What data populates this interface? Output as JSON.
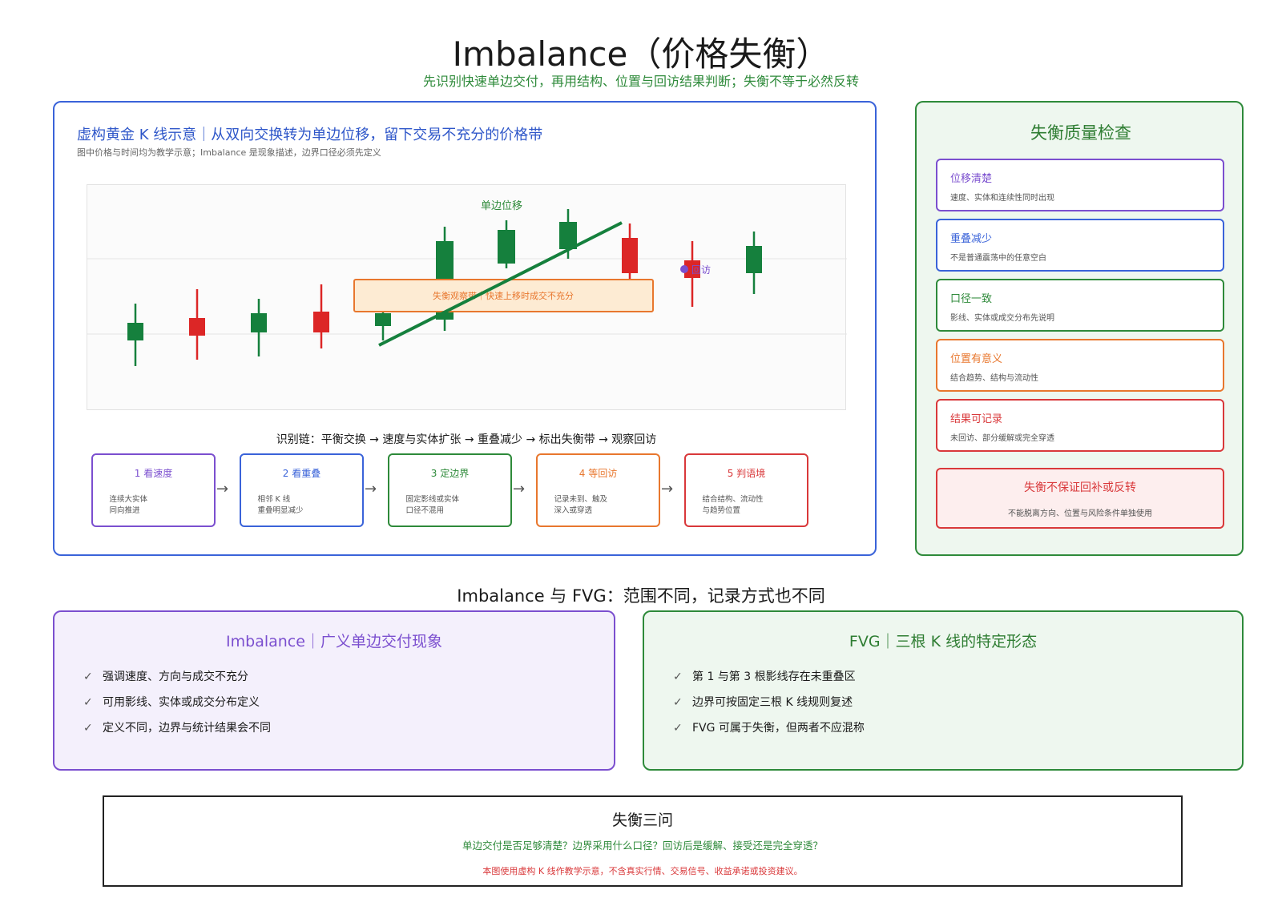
{
  "title": "Imbalance（价格失衡）",
  "subtitle": "先识别快速单边交付，再用结构、位置与回访结果判断；失衡不等于必然反转",
  "main": {
    "heading": "虚构黄金 K 线示意｜从双向交换转为单边位移，留下交易不充分的价格带",
    "note": "图中价格与时间均为教学示意；Imbalance 是现象描述，边界口径必须先定义",
    "chart": {
      "label_move": "单边位移",
      "label_revisit": "回访",
      "label_band": "失衡观察带｜快速上移时成交不充分"
    },
    "chain": "识别链：平衡交换 → 速度与实体扩张 → 重叠减少 → 标出失衡带 → 观察回访",
    "steps": [
      {
        "title": "1 看速度",
        "desc": "连续大实体\n同向推进",
        "color": "#7b4fcf"
      },
      {
        "title": "2 看重叠",
        "desc": "相邻 K 线\n重叠明显减少",
        "color": "#3a63d9"
      },
      {
        "title": "3 定边界",
        "desc": "固定影线或实体\n口径不混用",
        "color": "#2e8a3a"
      },
      {
        "title": "4 等回访",
        "desc": "记录未到、触及\n深入或穿透",
        "color": "#e8772e"
      },
      {
        "title": "5 判语境",
        "desc": "结合结构、流动性\n与趋势位置",
        "color": "#d9383a"
      }
    ],
    "arrow": "→"
  },
  "quality": {
    "heading": "失衡质量检查",
    "cards": [
      {
        "title": "位移清楚",
        "desc": "速度、实体和连续性同时出现",
        "color": "#7b4fcf"
      },
      {
        "title": "重叠减少",
        "desc": "不是普通震荡中的任意空白",
        "color": "#3a63d9"
      },
      {
        "title": "口径一致",
        "desc": "影线、实体或成交分布先说明",
        "color": "#2e8a3a"
      },
      {
        "title": "位置有意义",
        "desc": "结合趋势、结构与流动性",
        "color": "#e8772e"
      },
      {
        "title": "结果可记录",
        "desc": "未回访、部分缓解或完全穿透",
        "color": "#d9383a"
      }
    ],
    "warn_title": "失衡不保证回补或反转",
    "warn_desc": "不能脱离方向、位置与风险条件单独使用"
  },
  "compare": {
    "heading": "Imbalance 与 FVG：范围不同，记录方式也不同",
    "imbalance": {
      "title": "Imbalance｜广义单边交付现象",
      "items": [
        "强调速度、方向与成交不充分",
        "可用影线、实体或成交分布定义",
        "定义不同，边界与统计结果会不同"
      ]
    },
    "fvg": {
      "title": "FVG｜三根 K 线的特定形态",
      "items": [
        "第 1 与第 3 根影线存在未重叠区",
        "边界可按固定三根 K 线规则复述",
        "FVG 可属于失衡，但两者不应混称"
      ]
    },
    "check": "✓"
  },
  "ask": {
    "title": "失衡三问",
    "question": "单边交付是否足够清楚？边界采用什么口径？回访后是缓解、接受还是完全穿透？",
    "note": "本图使用虚构 K 线作教学示意，不含真实行情、交易信号、收益承诺或投资建议。"
  },
  "colors": {
    "bull": "#15803d",
    "bear": "#dc2626",
    "trend": "#15803d",
    "band_fill": "#fdebd3",
    "band_stroke": "#e8772e",
    "revisit": "#7b4fcf",
    "purple": "#7b4fcf",
    "green": "#2e8a3a"
  }
}
